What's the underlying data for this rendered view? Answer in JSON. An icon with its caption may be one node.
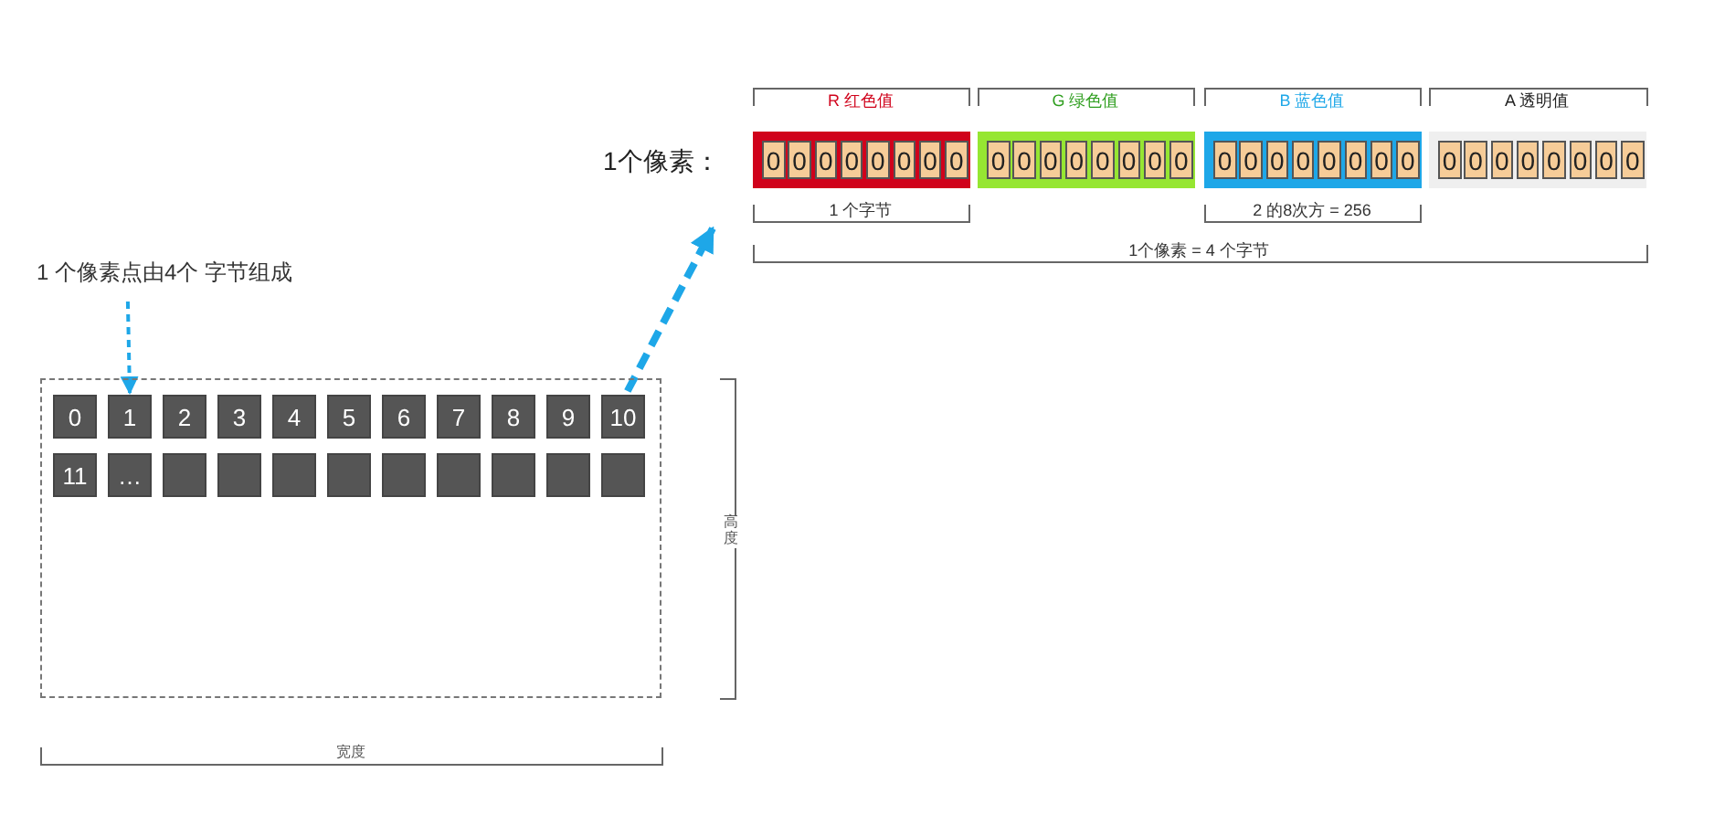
{
  "diagram": {
    "nodes": [
      {
        "text": [
          "1 个像素点由4个 字节组成"
        ]
      },
      {
        "text": [],
        "shape": "box"
      },
      {
        "text": [
          "0"
        ],
        "in": 1
      },
      {
        "text": [
          "1"
        ],
        "in": 1
      },
      {
        "text": [
          "2"
        ],
        "in": 1
      },
      {
        "text": [
          "3"
        ],
        "in": 1
      },
      {
        "text": [
          "4"
        ],
        "in": 1
      },
      {
        "text": [
          "5"
        ],
        "in": 1
      },
      {
        "text": [
          "6"
        ],
        "in": 1
      },
      {
        "text": [
          "7"
        ],
        "in": 1
      },
      {
        "text": [
          "8"
        ],
        "in": 1
      },
      {
        "text": [
          "9"
        ],
        "in": 1
      },
      {
        "text": [
          "10"
        ],
        "in": 1
      },
      {
        "text": [
          "11"
        ],
        "in": 1
      },
      {
        "text": [
          "…"
        ],
        "in": 1
      },
      {
        "text": [],
        "shape": "box",
        "in": 1
      },
      {
        "text": [],
        "shape": "box",
        "in": 1
      },
      {
        "text": [],
        "shape": "box",
        "in": 1
      },
      {
        "text": [],
        "shape": "box",
        "in": 1
      },
      {
        "text": [],
        "shape": "box",
        "in": 1
      },
      {
        "text": [],
        "shape": "box",
        "in": 1
      },
      {
        "text": [],
        "shape": "box",
        "in": 1
      },
      {
        "text": [],
        "shape": "box",
        "in": 1
      },
      {
        "text": [],
        "shape": "box",
        "in": 1
      },
      {
        "text": [],
        "shape": "box"
      },
      {
        "text": [
          "0"
        ],
        "in": 24
      },
      {
        "text": [
          "0"
        ],
        "in": 24
      },
      {
        "text": [
          "0"
        ],
        "in": 24
      },
      {
        "text": [
          "0"
        ],
        "in": 24
      },
      {
        "text": [
          "0"
        ],
        "in": 24
      },
      {
        "text": [
          "0"
        ],
        "in": 24
      },
      {
        "text": [
          "0"
        ],
        "in": 24
      },
      {
        "text": [
          "0"
        ],
        "in": 24
      },
      {
        "text": [],
        "shape": "box"
      },
      {
        "text": [
          "0"
        ],
        "in": 33
      },
      {
        "text": [
          "0"
        ],
        "in": 33
      },
      {
        "text": [
          "0"
        ],
        "in": 33
      },
      {
        "text": [
          "0"
        ],
        "in": 33
      },
      {
        "text": [
          "0"
        ],
        "in": 33
      },
      {
        "text": [
          "0"
        ],
        "in": 33
      },
      {
        "text": [
          "0"
        ],
        "in": 33
      },
      {
        "text": [
          "0"
        ],
        "in": 33
      },
      {
        "text": [],
        "shape": "box"
      },
      {
        "text": [
          "0"
        ],
        "in": 42
      },
      {
        "text": [
          "0"
        ],
        "in": 42
      },
      {
        "text": [
          "0"
        ],
        "in": 42
      },
      {
        "text": [
          "0"
        ],
        "in": 42
      },
      {
        "text": [
          "0"
        ],
        "in": 42
      },
      {
        "text": [
          "0"
        ],
        "in": 42
      },
      {
        "text": [
          "0"
        ],
        "in": 42
      },
      {
        "text": [
          "0"
        ],
        "in": 42
      },
      {
        "text": [],
        "shape": "box"
      },
      {
        "text": [
          "0"
        ],
        "in": 51
      },
      {
        "text": [
          "0"
        ],
        "in": 51
      },
      {
        "text": [
          "0"
        ],
        "in": 51
      },
      {
        "text": [
          "0"
        ],
        "in": 51
      },
      {
        "text": [
          "0"
        ],
        "in": 51
      },
      {
        "text": [
          "0"
        ],
        "in": 51
      },
      {
        "text": [
          "0"
        ],
        "in": 51
      },
      {
        "text": [
          "0"
        ],
        "in": 51
      }
    ],
    "edges": [
      {
        "from": 0,
        "to": 3,
        "arrow": "to",
        "style": "dashed"
      },
      {
        "from": 12,
        "to": 24,
        "arrow": "to",
        "style": "dashed"
      }
    ],
    "labels": [
      "1个像素：",
      "R 红色值",
      "G 绿色值",
      "B 蓝色值",
      "A 透明值",
      "1 个字节",
      "2 的8次方 = 256",
      "1个像素 = 4 个字节",
      "高度",
      "宽度"
    ]
  }
}
